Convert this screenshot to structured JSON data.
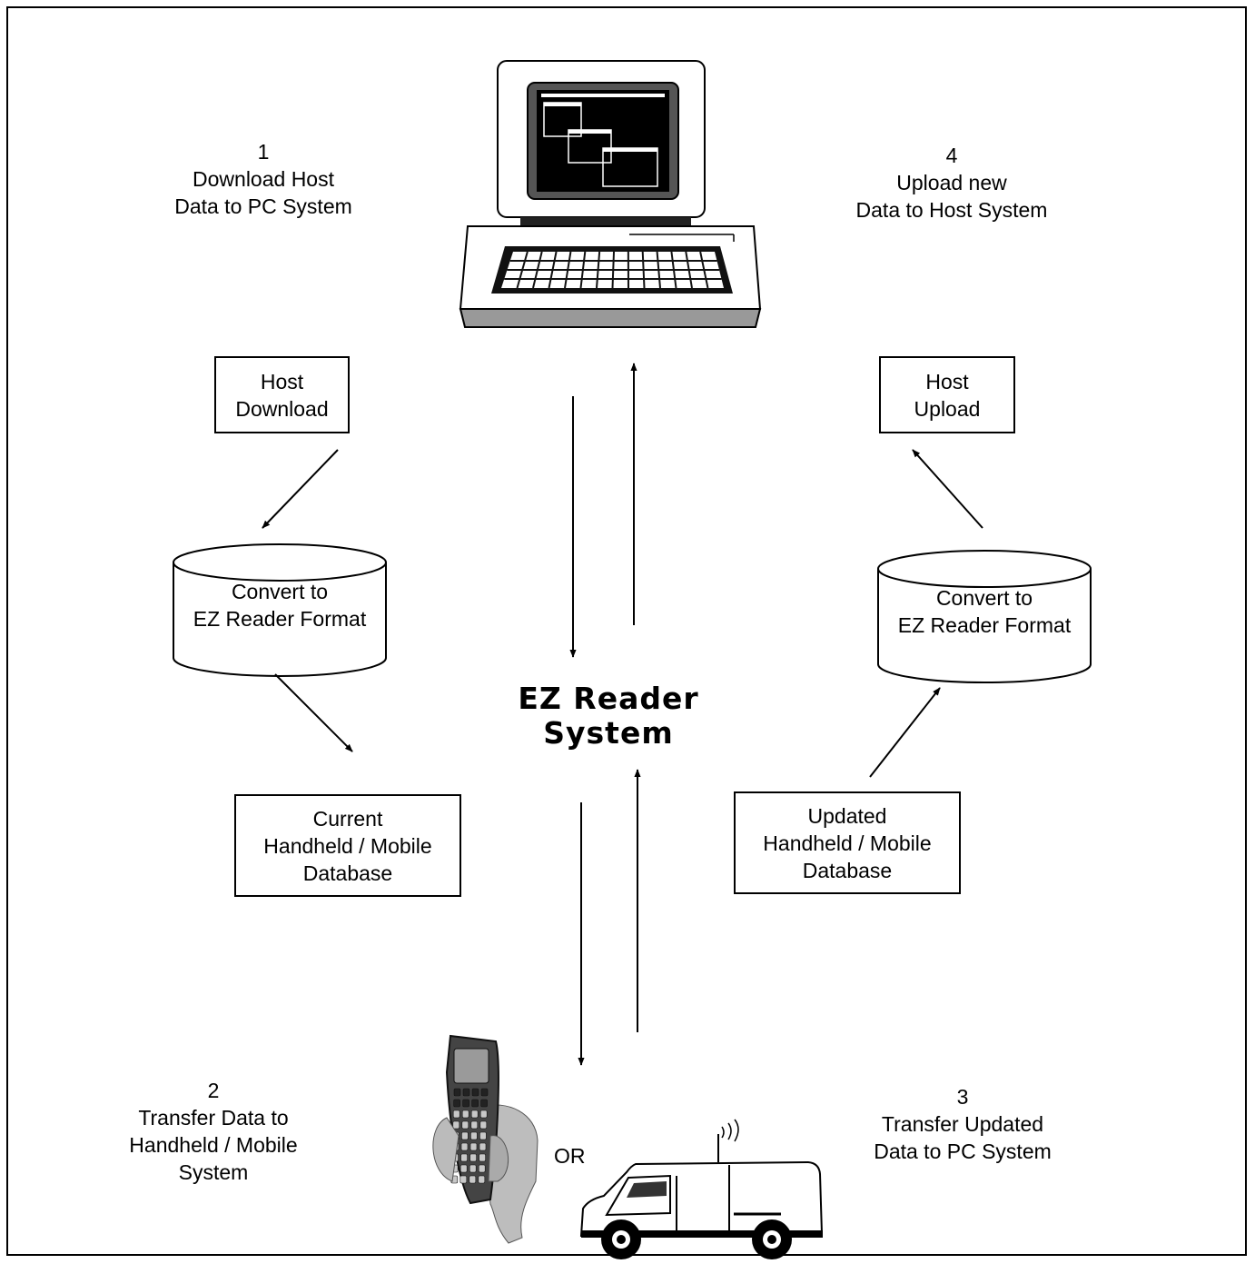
{
  "center": {
    "line1": "EZ Reader",
    "line2": "System"
  },
  "steps": {
    "s1": {
      "num": "1",
      "line1": "Download Host",
      "line2": "Data to PC System"
    },
    "s2": {
      "num": "2",
      "line1": "Transfer Data to",
      "line2": "Handheld / Mobile",
      "line3": "System"
    },
    "s3": {
      "num": "3",
      "line1": "Transfer Updated",
      "line2": "Data to PC System"
    },
    "s4": {
      "num": "4",
      "line1": "Upload new",
      "line2": "Data to Host System"
    }
  },
  "boxes": {
    "host_download": {
      "line1": "Host",
      "line2": "Download"
    },
    "host_upload": {
      "line1": "Host",
      "line2": "Upload"
    },
    "current_db": {
      "line1": "Current",
      "line2": "Handheld / Mobile",
      "line3": "Database"
    },
    "updated_db": {
      "line1": "Updated",
      "line2": "Handheld / Mobile",
      "line3": "Database"
    }
  },
  "cylinders": {
    "left": {
      "line1": "Convert to",
      "line2": "EZ Reader Format"
    },
    "right": {
      "line1": "Convert to",
      "line2": "EZ Reader Format"
    }
  },
  "or_label": "OR",
  "icons": [
    "computer-icon",
    "handheld-device-icon",
    "van-icon",
    "antenna-signal-icon"
  ]
}
